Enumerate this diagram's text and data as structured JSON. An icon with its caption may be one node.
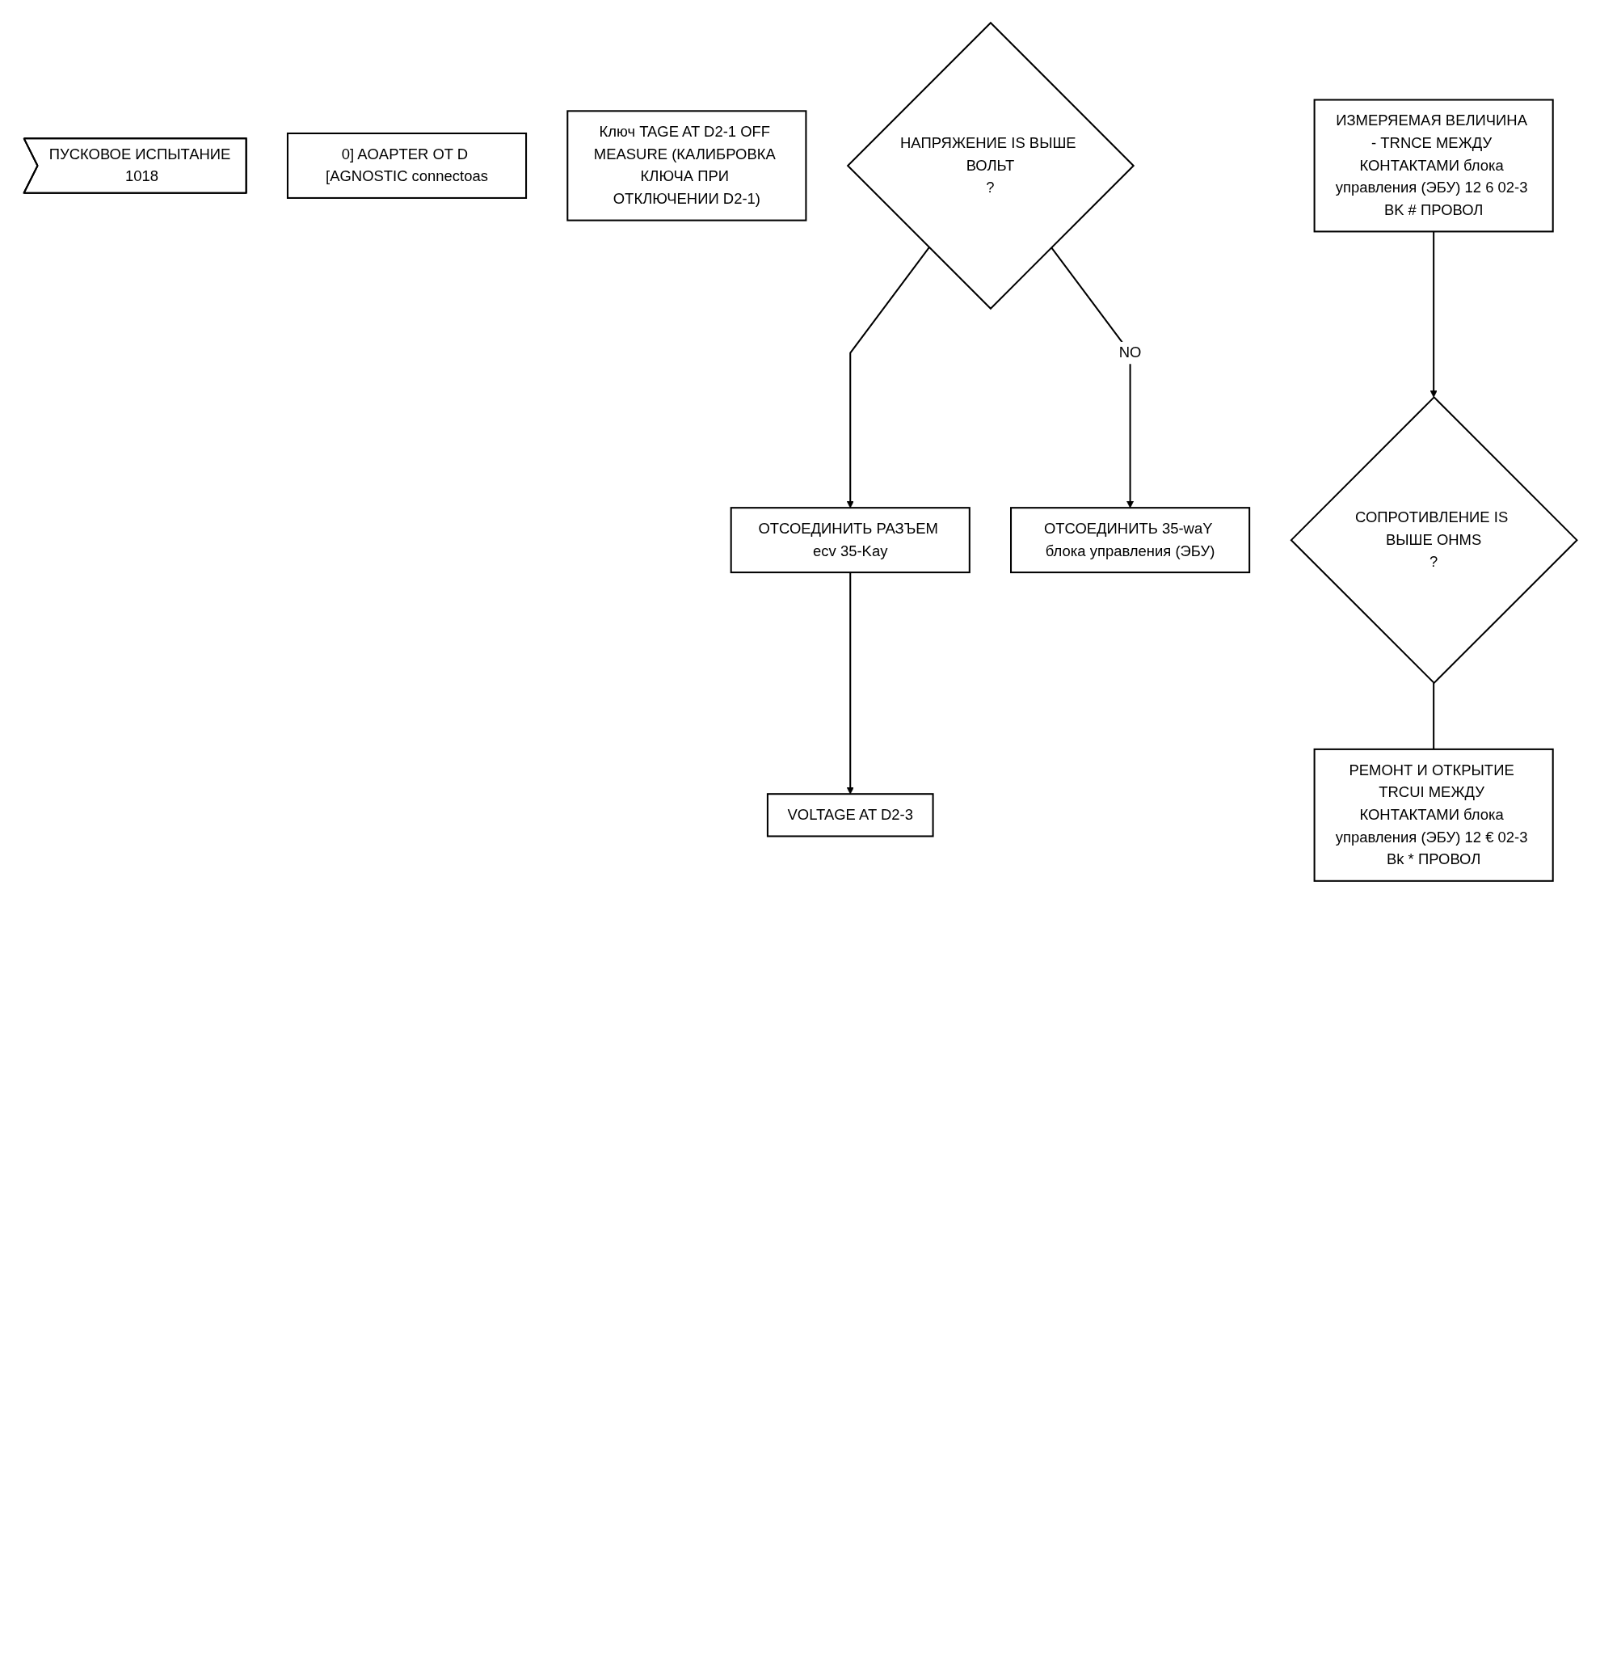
{
  "diagram": {
    "nodes": [
      {
        "text": [
          "ПУСКОВОЕ ИСПЫТАНИЕ 1018"
        ]
      },
      {
        "text": [
          "0] AOAPTER OT D [AGNOSTIC connectoas"
        ]
      },
      {
        "text": [
          "Ключ TAGE AT D2-1 OFF MEASURE (КАЛИБРОВКА КЛЮЧА ПРИ ОТКЛЮЧЕНИИ D2-1)"
        ]
      },
      {
        "text": [
          "НАПРЯЖЕНИЕ IS ВЫШЕ ВОЛЬТ",
          "?"
        ]
      },
      {
        "text": [
          "ОТСОЕДИНИТЬ РАЗЪЕМ ecv 35-Kay"
        ]
      },
      {
        "text": [
          "РЕМОНТ И ОТКРЫТИЕ TRCUI МЕЖДУ КОНТАКТАМИ блока управления (ЭБУ) 12 € 02-3 Bk * ПРОВОЛ"
        ]
      },
      {
        "text": [
          "СОПРОТИВЛЕНИЕ IS ВЫШЕ OHMS",
          "?"
        ]
      },
      {
        "text": [
          "ИЗМЕРЯЕМАЯ ВЕЛИЧИНА - TRNCE МЕЖДУ КОНТАКТАМИ блока управления (ЭБУ) 12 6 02-3 BK # ПРОВОЛ"
        ]
      },
      {
        "text": [
          "ОТСОЕДИНИТЬ 35-waY блока управления (ЭБУ)"
        ]
      },
      {
        "text": [
          "VOLTAGE AT D2-3"
        ]
      }
    ],
    "edges": [
      {
        "from": 3,
        "to": 4,
        "arrow": "to"
      },
      {
        "from": 3,
        "to": 8,
        "arrow": "to",
        "label": "NO"
      },
      {
        "from": 4,
        "to": 9,
        "arrow": "to"
      },
      {
        "from": 6,
        "to": 5,
        "arrow": "none"
      },
      {
        "from": 7,
        "to": 6,
        "arrow": "to"
      }
    ]
  }
}
